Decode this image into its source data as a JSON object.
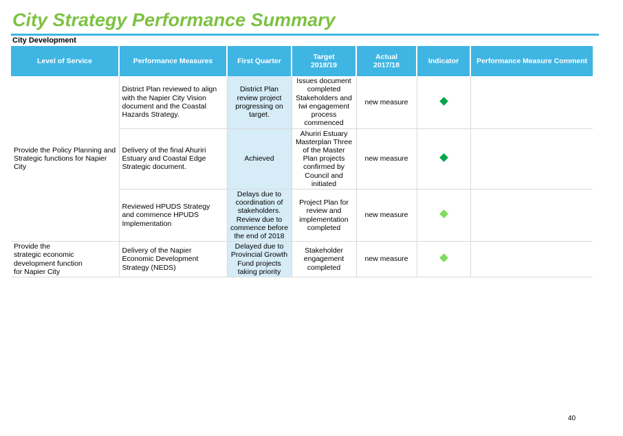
{
  "title": "City Strategy Performance Summary",
  "section": "City Development",
  "headers": {
    "level_of_service": "Level of Service",
    "performance_measures": "Performance Measures",
    "first_quarter": "First Quarter",
    "target_line1": "Target",
    "target_line2": "2018/19",
    "actual_line1": "Actual",
    "actual_line2": "2017/18",
    "indicator": "Indicator",
    "comment": "Performance Measure Comment"
  },
  "level_of_service": {
    "policy": "Provide the Policy Planning and Strategic functions for Napier City",
    "economic": [
      "Provide the",
      "strategic economic",
      "development function",
      "for Napier City"
    ]
  },
  "rows": [
    {
      "measure": "District Plan reviewed to align with the Napier City Vision document and the Coastal Hazards Strategy.",
      "first_quarter": "District Plan review project progressing on target.",
      "target": "Issues document completed Stakeholders and Iwi engagement process commenced",
      "actual": "new measure",
      "indicator_color": "#0aa54b",
      "comment": ""
    },
    {
      "measure": "Delivery of the final Ahuriri Estuary and Coastal Edge Strategic document.",
      "first_quarter": "Achieved",
      "target": "Ahuriri Estuary Masterplan Three of the Master Plan projects confirmed by Council and initiated",
      "actual": "new measure",
      "indicator_color": "#0aa54b",
      "comment": ""
    },
    {
      "measure": "Reviewed HPUDS Strategy and commence HPUDS Implementation",
      "first_quarter": "Delays due to coordination of stakeholders. Review due to commence before the end of 2018",
      "target": "Project Plan for review and implementation completed",
      "actual": "new measure",
      "indicator_color": "#7ddc5c",
      "comment": ""
    },
    {
      "measure": "Delivery of the Napier Economic Development Strategy (NEDS)",
      "first_quarter": "Delayed due to Provincial Growth Fund projects taking priority",
      "target": "Stakeholder engagement completed",
      "actual": "new measure",
      "indicator_color": "#7ddc5c",
      "comment": ""
    }
  ],
  "page_number": "40"
}
